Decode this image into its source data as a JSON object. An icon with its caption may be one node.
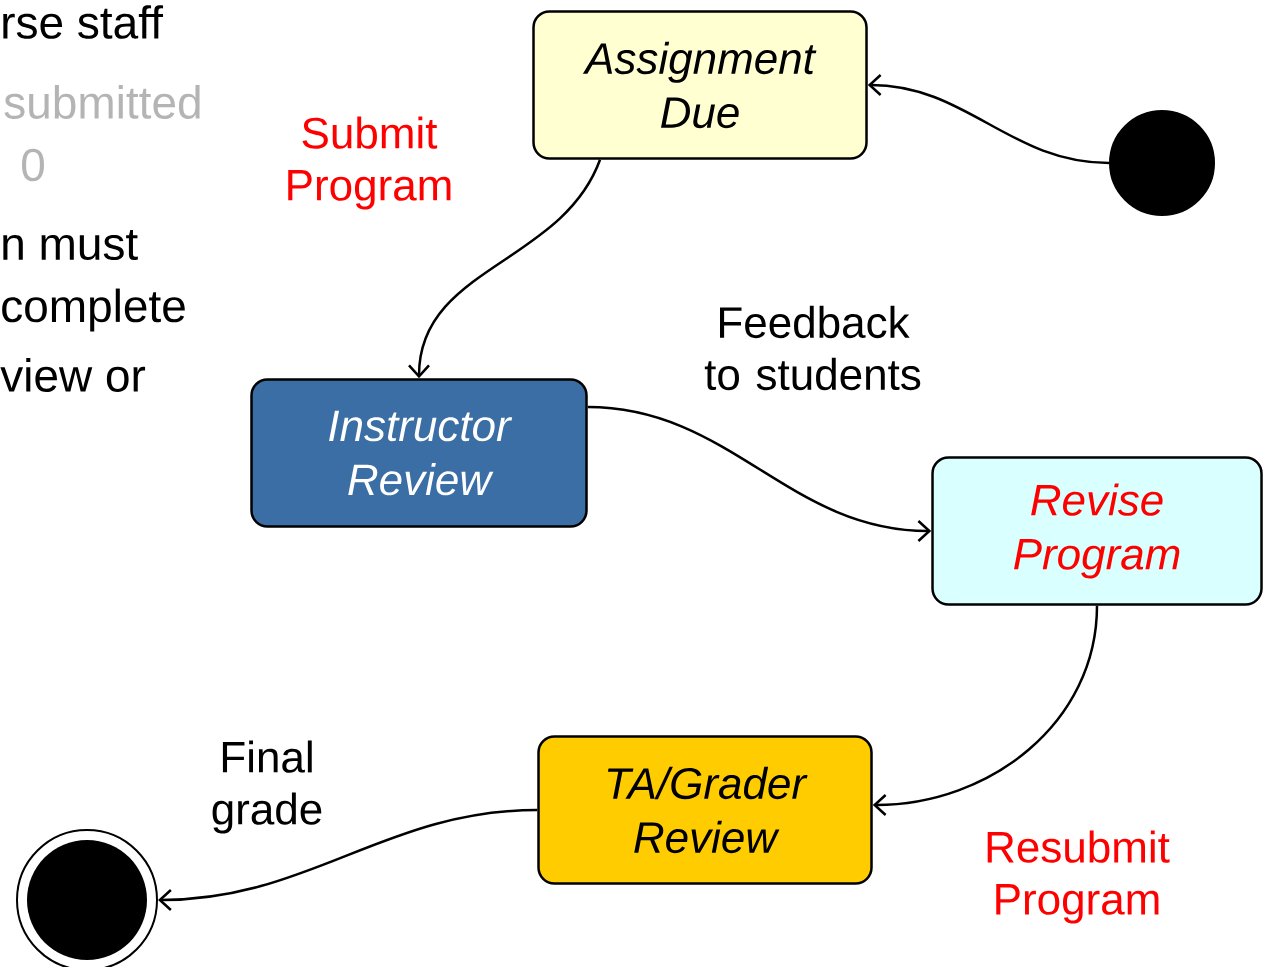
{
  "diagram": {
    "nodes": [
      {
        "text": [
          "Assignment Due"
        ]
      },
      {
        "text": [],
        "shape": "circle"
      },
      {
        "text": [
          "Instructor Review"
        ]
      },
      {
        "text": [
          "Revise Program"
        ]
      },
      {
        "text": [
          "TA/Grader Review"
        ]
      },
      {
        "text": [],
        "shape": "circle"
      }
    ],
    "edges": [
      {
        "from": 1,
        "to": 0,
        "arrow": "to"
      },
      {
        "from": 0,
        "to": 2,
        "arrow": "to",
        "label": "Submit Program"
      },
      {
        "from": 2,
        "to": 3,
        "arrow": "to",
        "label": "Feedback to students"
      },
      {
        "from": 3,
        "to": 4,
        "arrow": "to",
        "label": "Resubmit Program"
      },
      {
        "from": 4,
        "to": 5,
        "arrow": "to",
        "label": "Final grade"
      }
    ],
    "labels": [
      "rse staff",
      "submitted",
      "0",
      "n must",
      "complete",
      "view or"
    ]
  }
}
